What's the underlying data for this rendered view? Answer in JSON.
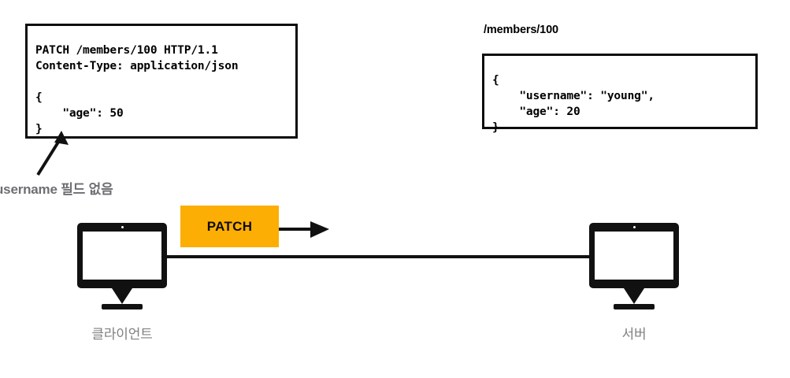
{
  "request": {
    "name": "http-request-box",
    "lines": "PATCH /members/100 HTTP/1.1\nContent-Type: application/json\n\n{\n    \"age\": 50\n}"
  },
  "resource": {
    "url_label": "/members/100",
    "lines": "{\n    \"username\": \"young\",\n    \"age\": 20\n}"
  },
  "annotation": {
    "note": "username 필드 없음"
  },
  "flow": {
    "method_label": "PATCH"
  },
  "nodes": {
    "client": {
      "label": "클라이언트",
      "icon": "desktop-computer-icon"
    },
    "server": {
      "label": "서버",
      "icon": "desktop-computer-icon"
    }
  },
  "colors": {
    "method_badge": "#FCAE04",
    "stroke": "#111111",
    "node_label": "#808080",
    "annotation": "#6E6E73"
  }
}
